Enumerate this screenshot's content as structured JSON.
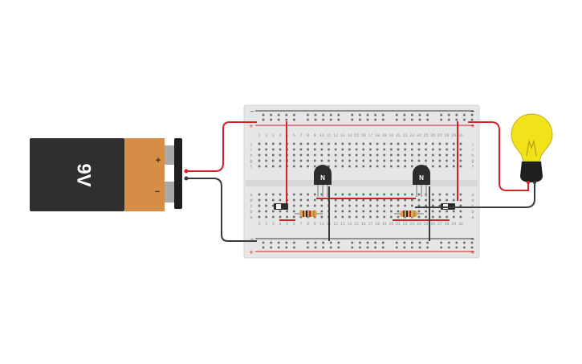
{
  "battery": {
    "label": "9V",
    "plus_symbol": "+",
    "minus_symbol": "−"
  },
  "breadboard": {
    "columns": 30,
    "row_letters_top": [
      "j",
      "i",
      "h",
      "g",
      "f"
    ],
    "row_letters_bottom": [
      "e",
      "d",
      "c",
      "b",
      "a"
    ],
    "rail_plus": "+",
    "rail_minus": "−"
  },
  "transistors": [
    {
      "label": "N"
    },
    {
      "label": "N"
    }
  ],
  "colors": {
    "wire_red": "#d42027",
    "wire_black": "#3a3a3a",
    "battery_body": "#2f2f2f",
    "battery_label_band": "#d68d45",
    "breadboard": "#e6e6e6",
    "bulb_glass": "#f2e21a",
    "bulb_base": "#1f1f1f"
  }
}
